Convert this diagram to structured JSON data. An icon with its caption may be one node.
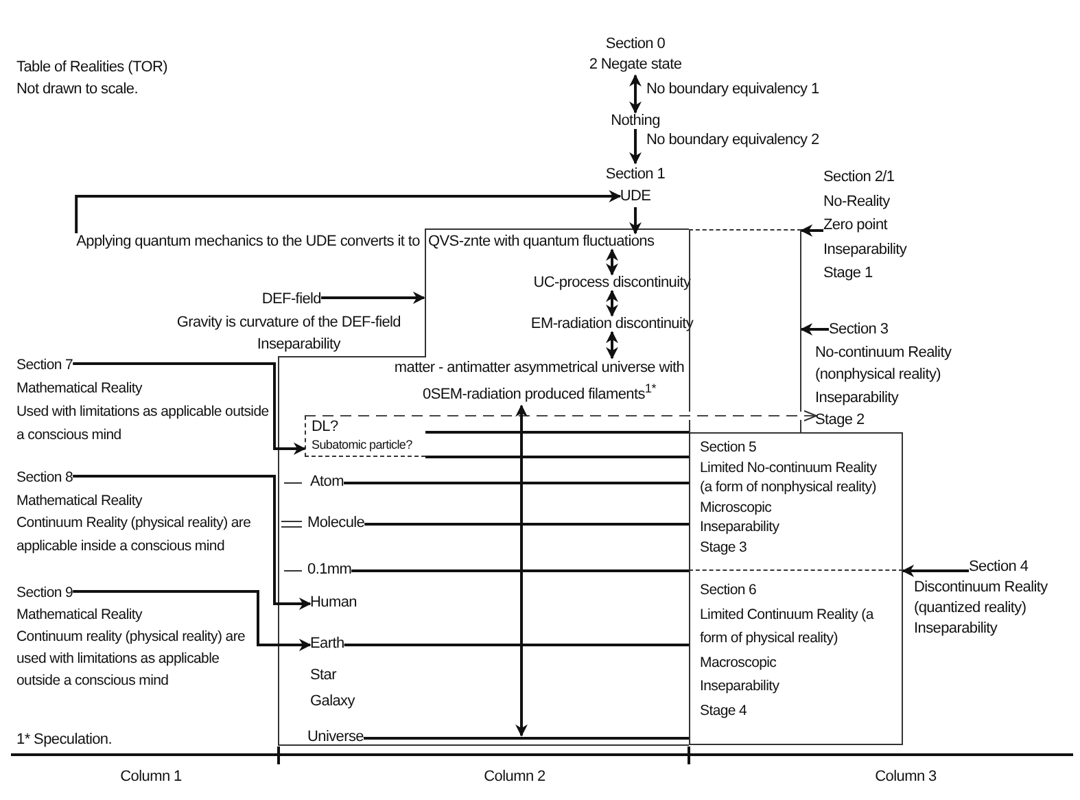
{
  "diagram": {
    "title": "Table of Realities (TOR)",
    "nodes": [
      {
        "text": [
          "Section 0",
          "2 Negate state"
        ]
      },
      {
        "text": [
          "Nothing"
        ]
      },
      {
        "text": [
          "Section 1",
          "UDE"
        ]
      },
      {
        "text": [
          "QVS-znte with quantum fluctuations"
        ]
      },
      {
        "text": [
          "UC-process discontinuity"
        ]
      },
      {
        "text": [
          "EM-radiation discontinuity"
        ]
      },
      {
        "text": [
          "matter - antimatter asymmetrical universe with 0SEM-radiation produced filaments$^{1*}$"
        ]
      },
      {
        "text": [
          "Applying quantum mechanics to the UDE converts it to"
        ]
      },
      {
        "text": [
          "DEF-field",
          "Gravity is curvature of the DEF-field",
          "Inseparability"
        ]
      },
      {
        "text": [
          "Section 7",
          "Mathematical Reality",
          "Used with limitations as applicable outside a conscious mind"
        ]
      },
      {
        "text": [
          "DL?",
          "Subatomic particle?"
        ]
      },
      {
        "text": [
          "Atom"
        ]
      },
      {
        "text": [
          "Molecule"
        ]
      },
      {
        "text": [
          "0.1mm"
        ]
      },
      {
        "text": [
          "Human"
        ]
      },
      {
        "text": [
          "Earth"
        ]
      },
      {
        "text": [
          "Star"
        ]
      },
      {
        "text": [
          "Galaxy"
        ]
      },
      {
        "text": [
          "Universe"
        ]
      },
      {
        "text": [
          "Section 8",
          "Mathematical Reality",
          "Continuum Reality (physical reality) are applicable inside a conscious mind"
        ]
      },
      {
        "text": [
          "Section 9",
          "Mathematical Reality",
          "Continuum reality (physical reality) are used with limitations as applicable outside a conscious mind"
        ]
      },
      {
        "text": [
          "Section 2/1",
          "No-Reality",
          "Zero point",
          "Inseparability",
          "Stage 1"
        ]
      },
      {
        "text": [
          "Section 3",
          "No-continuum Reality (nonphysical reality)",
          "Inseparability",
          "Stage 2"
        ]
      },
      {
        "text": [
          "Section 5",
          "Limited No-continuum Reality (a form of nonphysical reality)",
          "Microscopic",
          "Inseparability",
          "Stage 3"
        ]
      },
      {
        "text": [
          "Section 6",
          "Limited Continuum Reality (a form of physical reality)",
          "Macroscopic",
          "Inseparability",
          "Stage 4"
        ]
      },
      {
        "text": [
          "Section 4",
          "Discontinuum Reality (quantized reality)",
          "Inseparability"
        ]
      },
      {
        "text": [],
        "shape": "box"
      }
    ],
    "edges": [
      {
        "from": 0,
        "to": 1,
        "arrow": "both",
        "label": "No boundary equivalency 1"
      },
      {
        "from": 1,
        "to": 2,
        "arrow": "to",
        "label": "No boundary equivalency 2"
      },
      {
        "from": 7,
        "to": 2,
        "arrow": "to"
      },
      {
        "from": 2,
        "to": 3,
        "arrow": "to"
      },
      {
        "from": 3,
        "to": 4,
        "arrow": "both"
      },
      {
        "from": 4,
        "to": 5,
        "arrow": "both"
      },
      {
        "from": 5,
        "to": 6,
        "arrow": "both"
      },
      {
        "from": 8,
        "to": null,
        "arrow": "to"
      },
      {
        "from": 9,
        "to": 10,
        "arrow": "to"
      },
      {
        "from": 19,
        "to": 14,
        "arrow": "to"
      },
      {
        "from": 20,
        "to": 15,
        "arrow": "to"
      },
      {
        "from": 21,
        "to": 26,
        "arrow": "to"
      },
      {
        "from": 22,
        "to": 26,
        "arrow": "to"
      },
      {
        "from": 25,
        "to": 23,
        "arrow": "to"
      },
      {
        "from": 10,
        "to": 22,
        "arrow": "to",
        "style": "dashed"
      },
      {
        "from": 10,
        "to": 23,
        "arrow": "none"
      },
      {
        "from": 10,
        "to": 23,
        "arrow": "none"
      },
      {
        "from": 11,
        "to": 23,
        "arrow": "none"
      },
      {
        "from": 12,
        "to": 23,
        "arrow": "none"
      },
      {
        "from": 13,
        "to": 23,
        "arrow": "none"
      },
      {
        "from": 15,
        "to": 24,
        "arrow": "none"
      },
      {
        "from": 18,
        "to": 24,
        "arrow": "none"
      },
      {
        "from": 6,
        "to": null,
        "arrow": "both"
      }
    ],
    "labels": [
      "Not drawn to scale.",
      "1* Speculation.",
      "Column 1",
      "Column 2",
      "Column 3"
    ]
  }
}
